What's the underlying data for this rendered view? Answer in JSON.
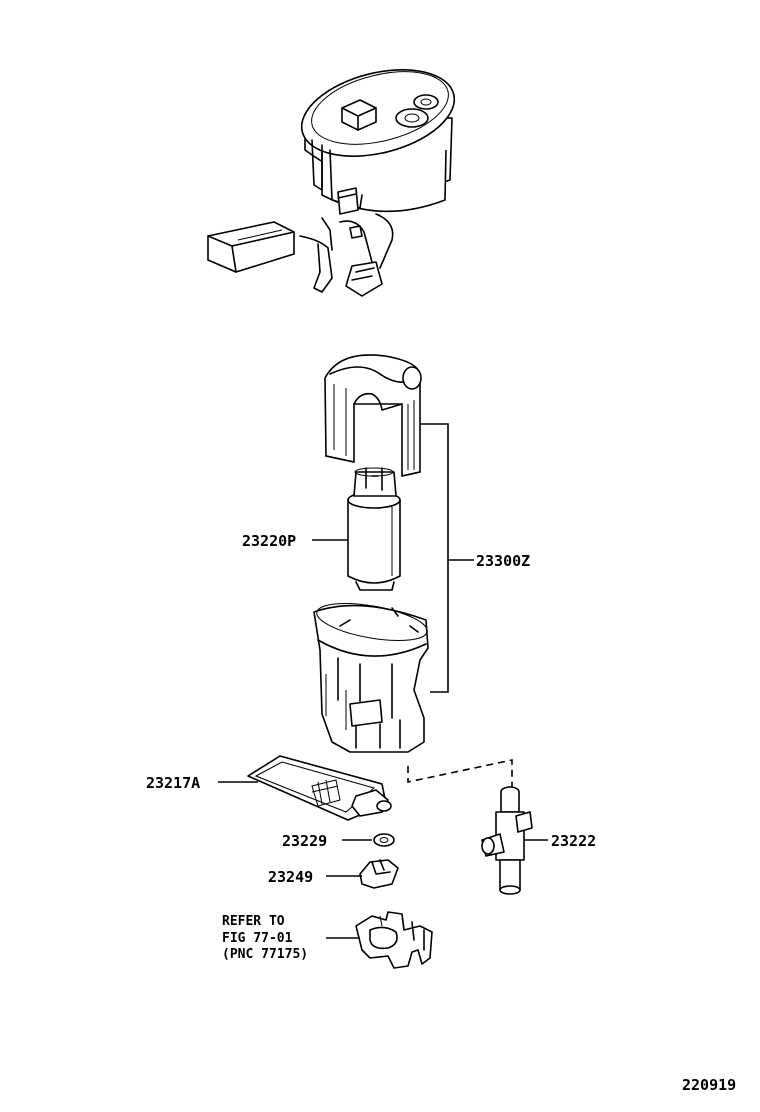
{
  "labels": {
    "fuel_pump": "23220P",
    "pump_assembly": "23300Z",
    "filter": "23217A",
    "ring_23229": "23229",
    "holder_23249": "23249",
    "connector_23222": "23222",
    "refer_line1": "REFER TO",
    "refer_line2": "FIG 77-01",
    "refer_line3": "(PNC 77175)"
  },
  "figure_id": "220919",
  "colors": {
    "ink": "#000000",
    "paper": "#ffffff"
  }
}
